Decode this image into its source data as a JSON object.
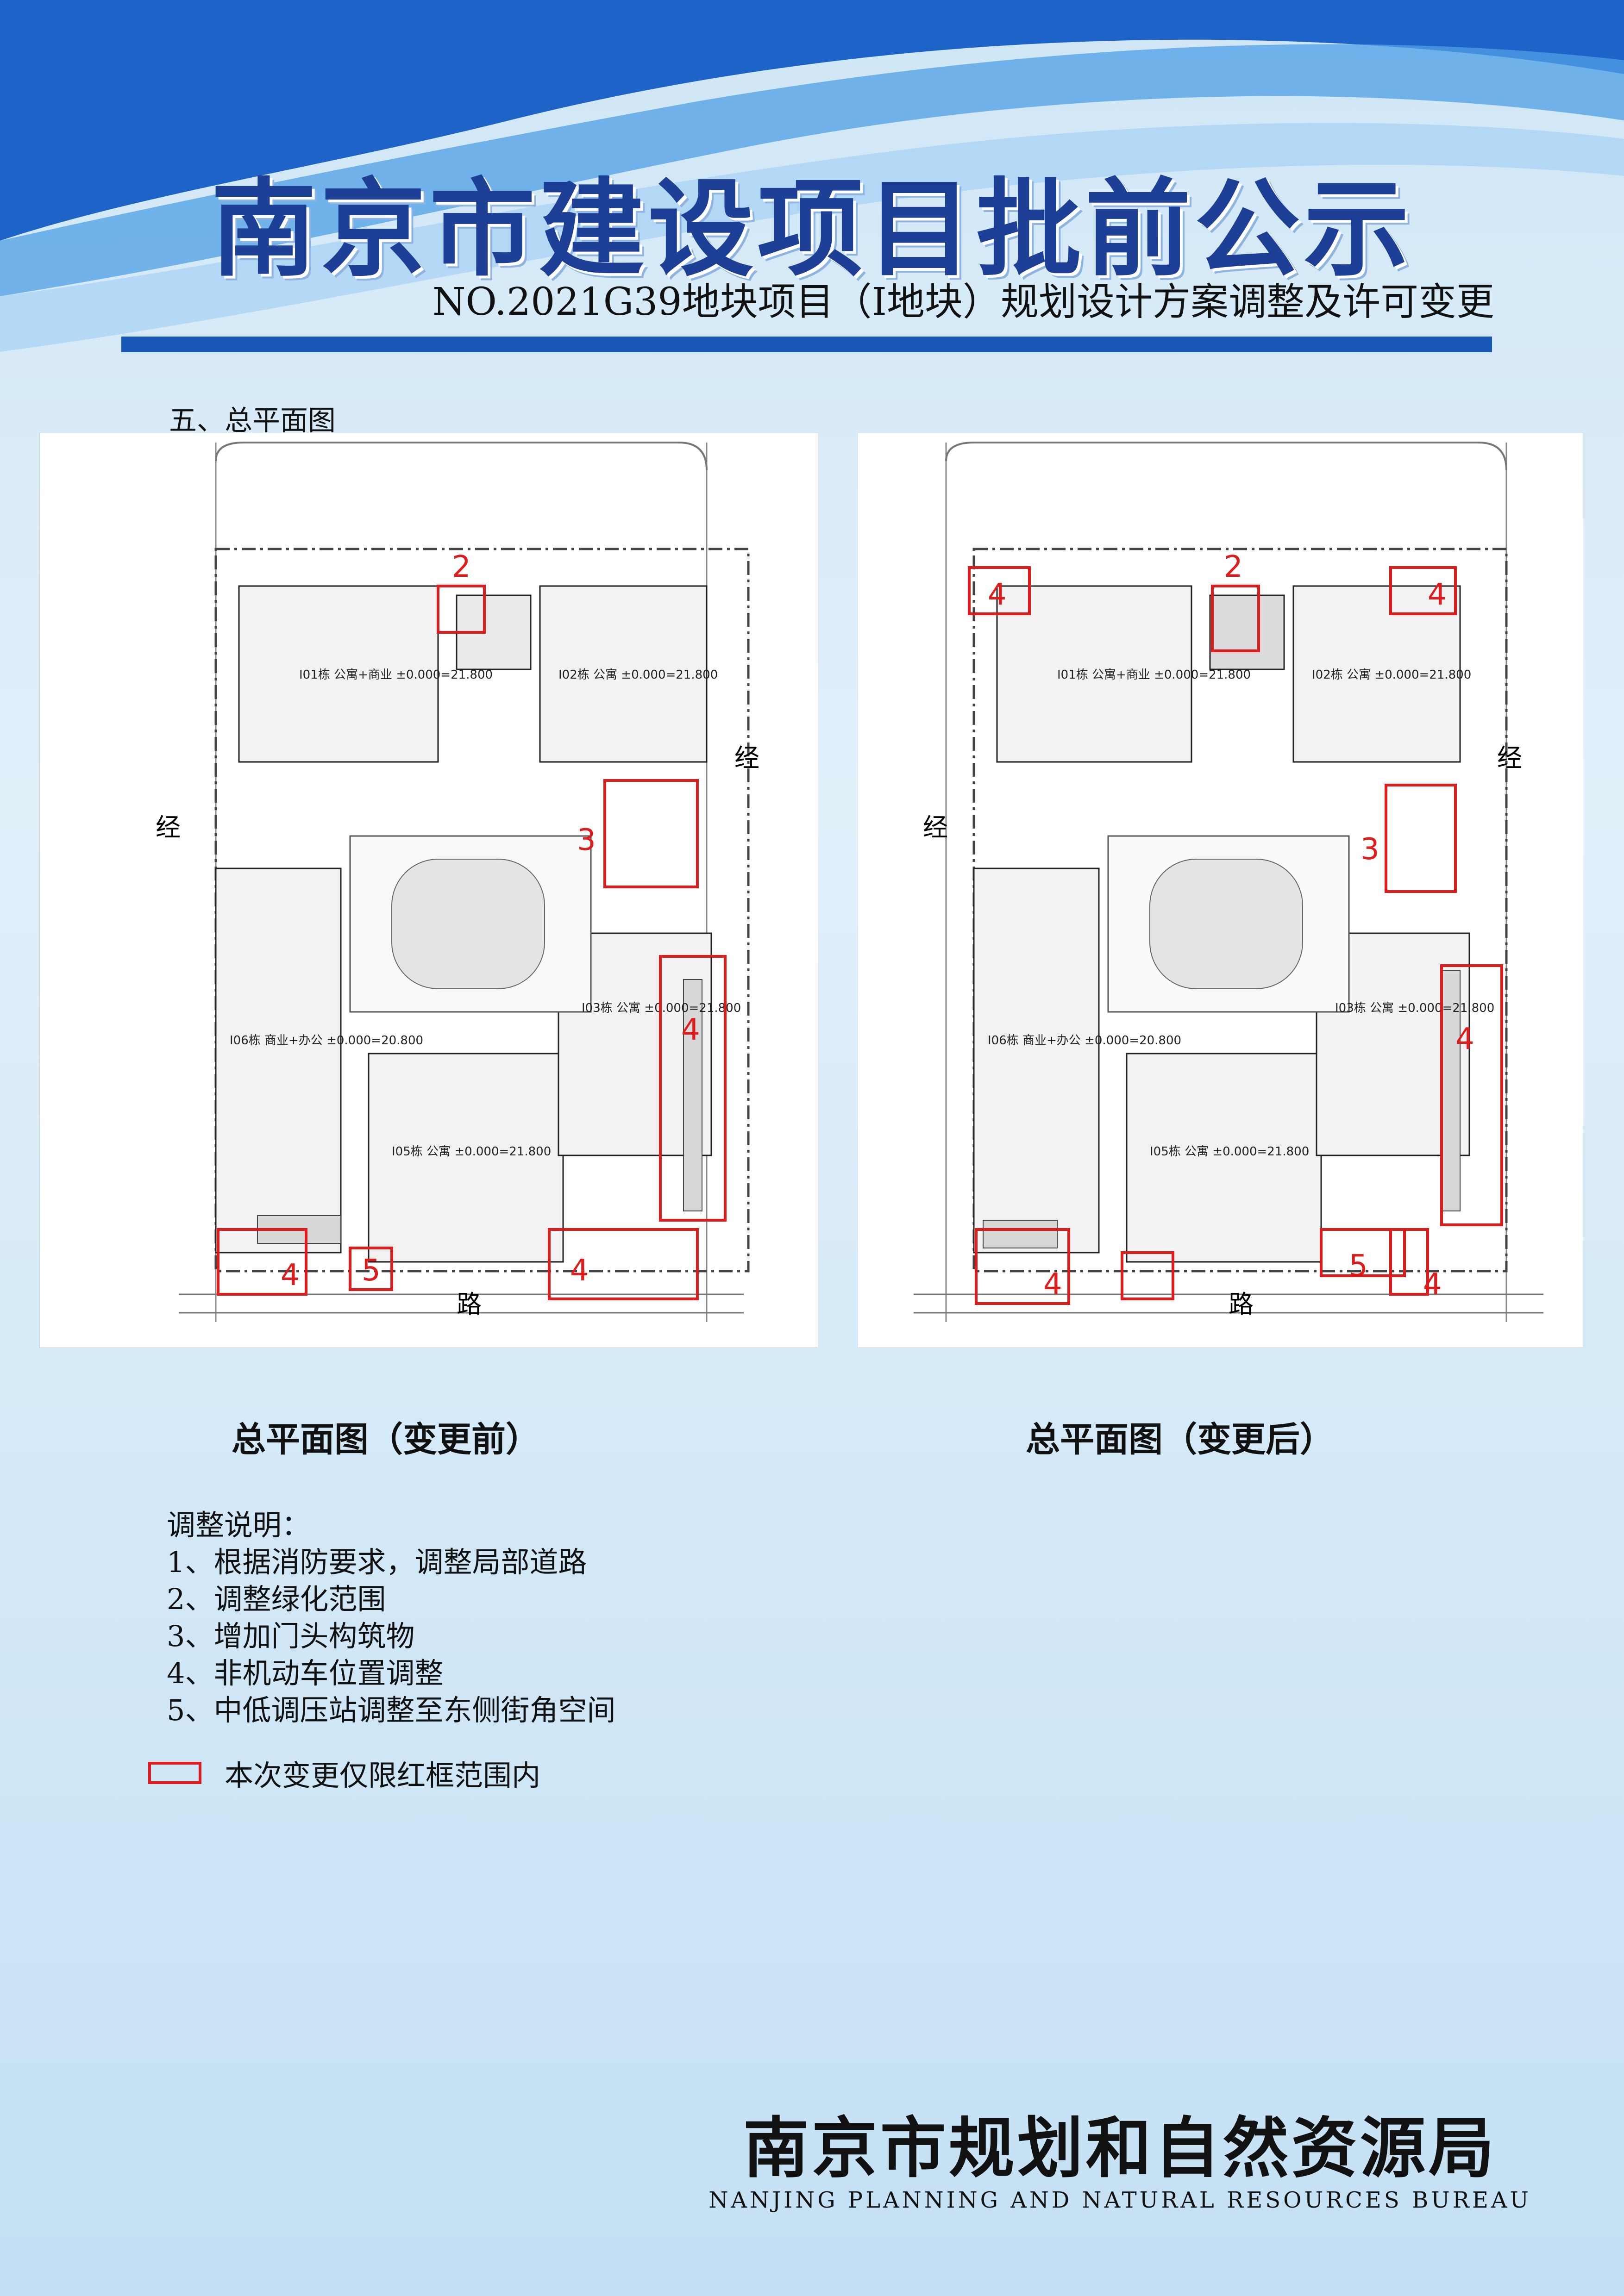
{
  "header": {
    "title": "南京市建设项目批前公示",
    "subtitle": "NO.2021G39地块项目（I地块）规划设计方案调整及许可变更"
  },
  "section_heading": "五、总平面图",
  "plans": {
    "before": {
      "caption": "总平面图（变更前）",
      "road_labels": [
        "经",
        "路"
      ],
      "buildings": [
        "I01栋 公寓+商业 ±0.000=21.800",
        "I02栋 公寓 ±0.000=21.800",
        "I03栋 公寓 ±0.000=21.800",
        "I05栋 公寓 ±0.000=21.800",
        "I06栋 商业+办公 ±0.000=20.800"
      ],
      "marks": [
        "2",
        "3",
        "4",
        "4",
        "4",
        "5"
      ]
    },
    "after": {
      "caption": "总平面图（变更后）",
      "road_labels": [
        "经",
        "路"
      ],
      "buildings": [
        "I01栋 公寓+商业 ±0.000=21.800",
        "I02栋 公寓 ±0.000=21.800",
        "I03栋 公寓 ±0.000=21.800",
        "I05栋 公寓 ±0.000=21.800",
        "I06栋 商业+办公 ±0.000=20.800"
      ],
      "marks": [
        "2",
        "3",
        "4",
        "4",
        "4",
        "4",
        "4",
        "5"
      ]
    }
  },
  "notes": {
    "heading": "调整说明：",
    "items": [
      "1、根据消防要求，调整局部道路",
      "2、调整绿化范围",
      "3、增加门头构筑物",
      "4、非机动车位置调整",
      "5、中低调压站调整至东侧街角空间"
    ]
  },
  "legend": {
    "label": "本次变更仅限红框范围内",
    "color": "#e01b1b"
  },
  "footer": {
    "name_cn": "南京市规划和自然资源局",
    "name_en": "NANJING PLANNING AND NATURAL RESOURCES BUREAU"
  },
  "colors": {
    "title_blue": "#1d3f96",
    "rule_blue": "#1a58b8",
    "mark_red": "#e01b1b"
  }
}
